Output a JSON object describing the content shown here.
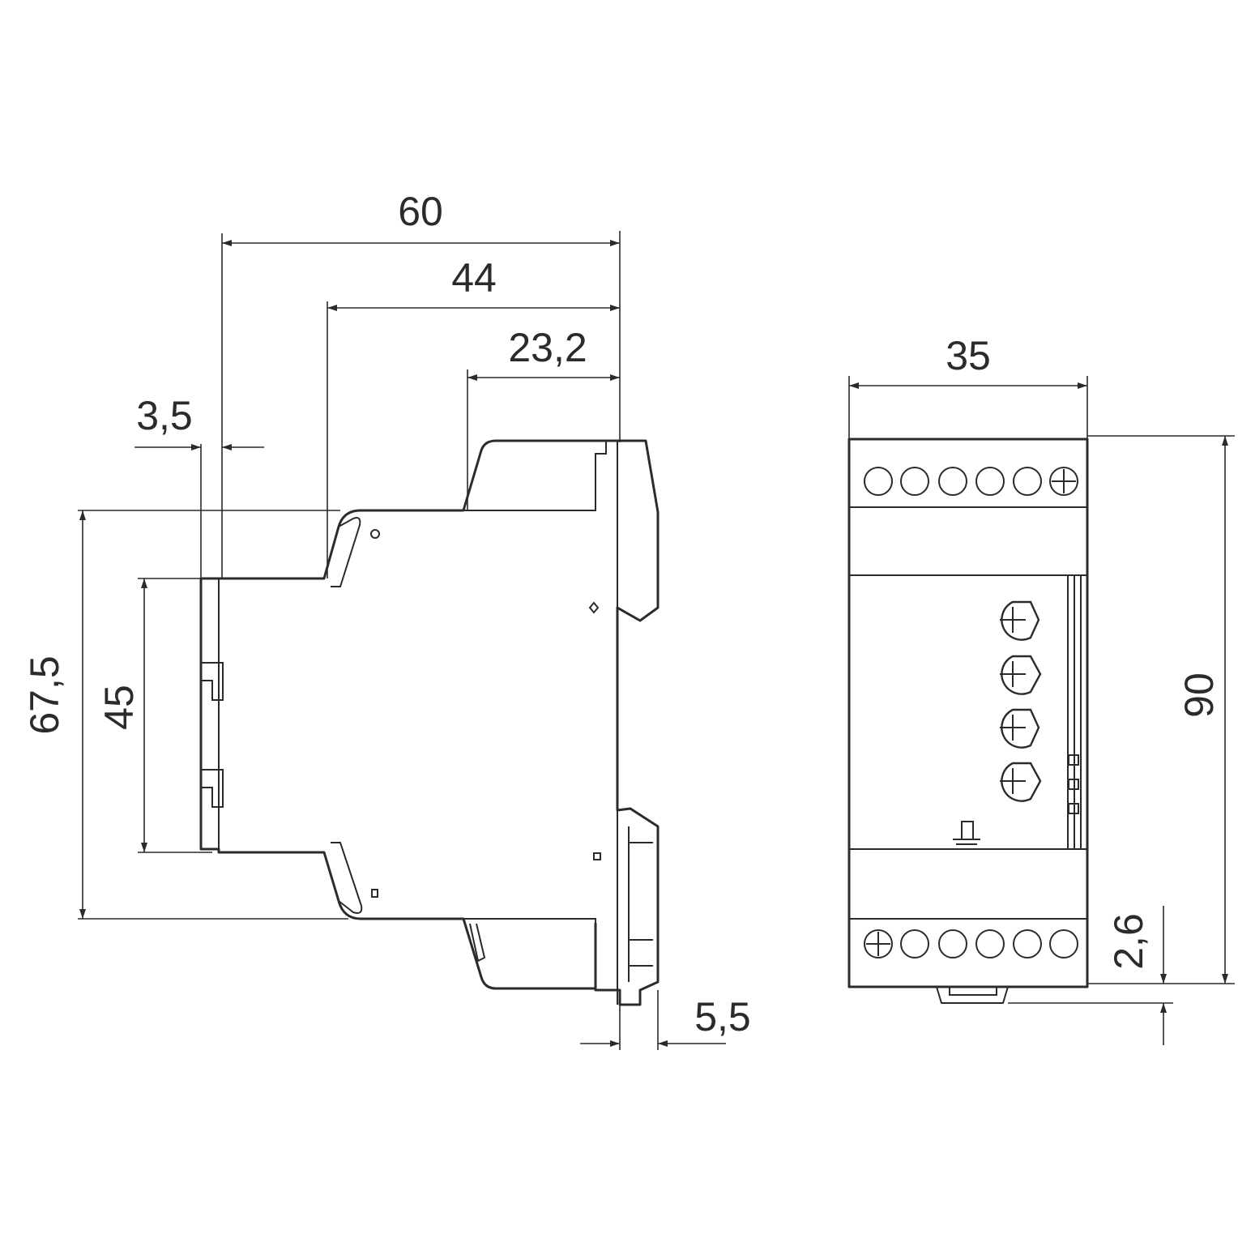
{
  "side_view": {
    "dims": {
      "width_total": "60",
      "width_mid": "44",
      "width_front": "23,2",
      "rear_offset": "3,5",
      "height_outer": "67,5",
      "height_inner": "45",
      "clip_depth": "5,5"
    }
  },
  "front_view": {
    "dims": {
      "width": "35",
      "height": "90",
      "clip_offset": "2,6"
    },
    "top_terminals": 6,
    "bottom_terminals": 6,
    "potentiometers": 4
  }
}
